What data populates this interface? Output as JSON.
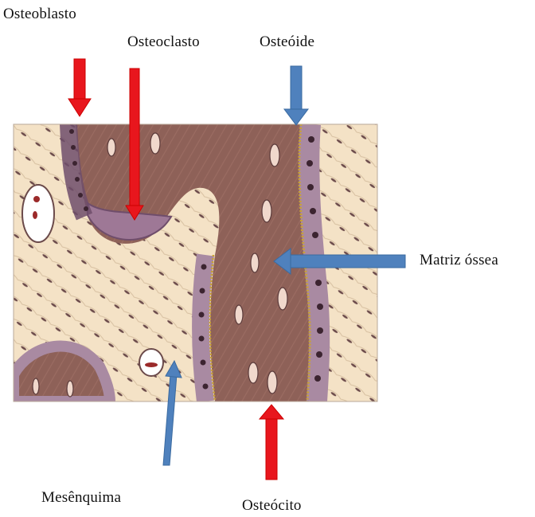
{
  "labels": {
    "osteoblasto": "Osteoblasto",
    "osteoclasto": "Osteoclasto",
    "osteoide": "Osteóide",
    "matriz": "Matriz óssea",
    "mesenquima": "Mesênquima",
    "osteocito": "Osteócito"
  },
  "colors": {
    "red_arrow": "#e8161d",
    "blue_arrow": "#4f81bd",
    "bone_matrix": "#8e6158",
    "mesenchyme": "#f4e2c6",
    "osteoblast_cell": "#a98aa2",
    "osteoid_band": "#c9a233"
  }
}
